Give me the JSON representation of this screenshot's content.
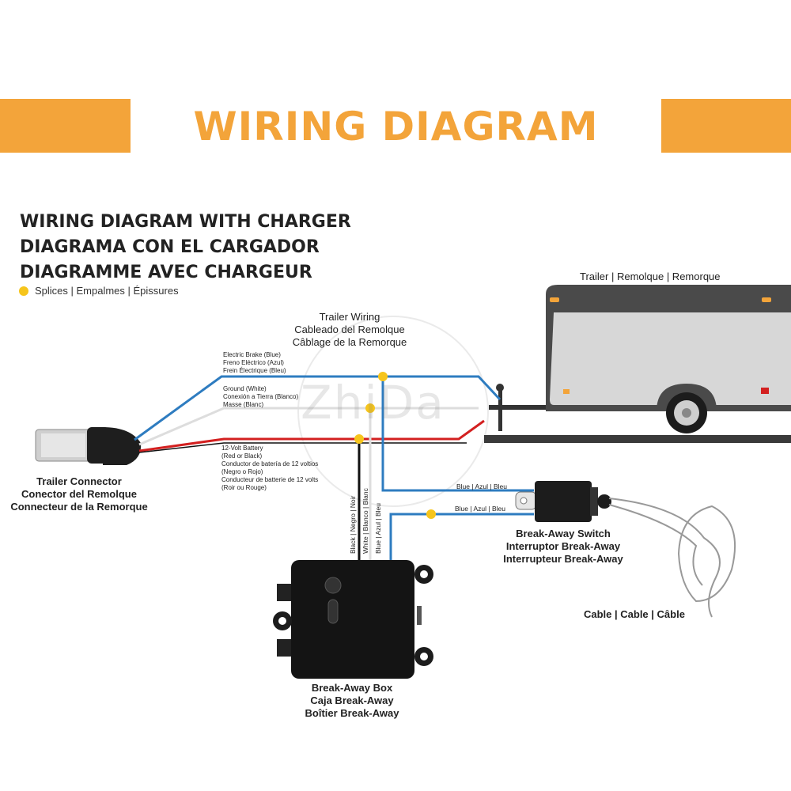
{
  "banner": {
    "title": "WIRING DIAGRAM",
    "accent_color": "#f3a43a"
  },
  "headings": {
    "line1": "WIRING DIAGRAM WITH CHARGER",
    "line2": "DIAGRAMA CON EL CARGADOR",
    "line3": "DIAGRAMME AVEC CHARGEUR"
  },
  "legend": {
    "label": "Splices | Empalmes | Épissures",
    "dot_color": "#f6c51c"
  },
  "trailer_label": "Trailer | Remolque | Remorque",
  "trailer_wiring": [
    "Trailer Wiring",
    "Cableado del Remolque",
    "Câblage de la Remorque"
  ],
  "wires": {
    "electric_brake": [
      "Electric Brake (Blue)",
      "Freno Eléctrico (Azul)",
      "Frein Électrique (Bleu)"
    ],
    "ground": [
      "Ground (White)",
      "Conexión a Tierra (Blanco)",
      "Masse (Blanc)"
    ],
    "battery": [
      "12-Volt Battery",
      "(Red or Black)",
      "Conductor de batería de 12 voltios",
      "(Negro o Rojo)",
      "Conducteur de batterie de 12 volts",
      "(Roir ou Rouge)"
    ],
    "blue_1": "Blue | Azul | Bleu",
    "blue_2": "Blue | Azul | Bleu",
    "vertical_black": "Black | Negro | Noir",
    "vertical_white": "White | Blanco | Blanc",
    "vertical_blue": "Blue | Azul | Bleu",
    "colors": {
      "blue": "#2e7cc0",
      "red": "#d32020",
      "black": "#111111",
      "white": "#dddddd"
    }
  },
  "connector_label": [
    "Trailer Connector",
    "Conector del Remolque",
    "Connecteur de la Remorque"
  ],
  "breakaway_switch_label": [
    "Break-Away Switch",
    "Interruptor Break-Away",
    "Interrupteur Break-Away"
  ],
  "cable_label": "Cable | Cable | Câble",
  "breakaway_box_label": [
    "Break-Away Box",
    "Caja Break-Away",
    "Boîtier Break-Away"
  ],
  "watermark": "ZhiDa"
}
